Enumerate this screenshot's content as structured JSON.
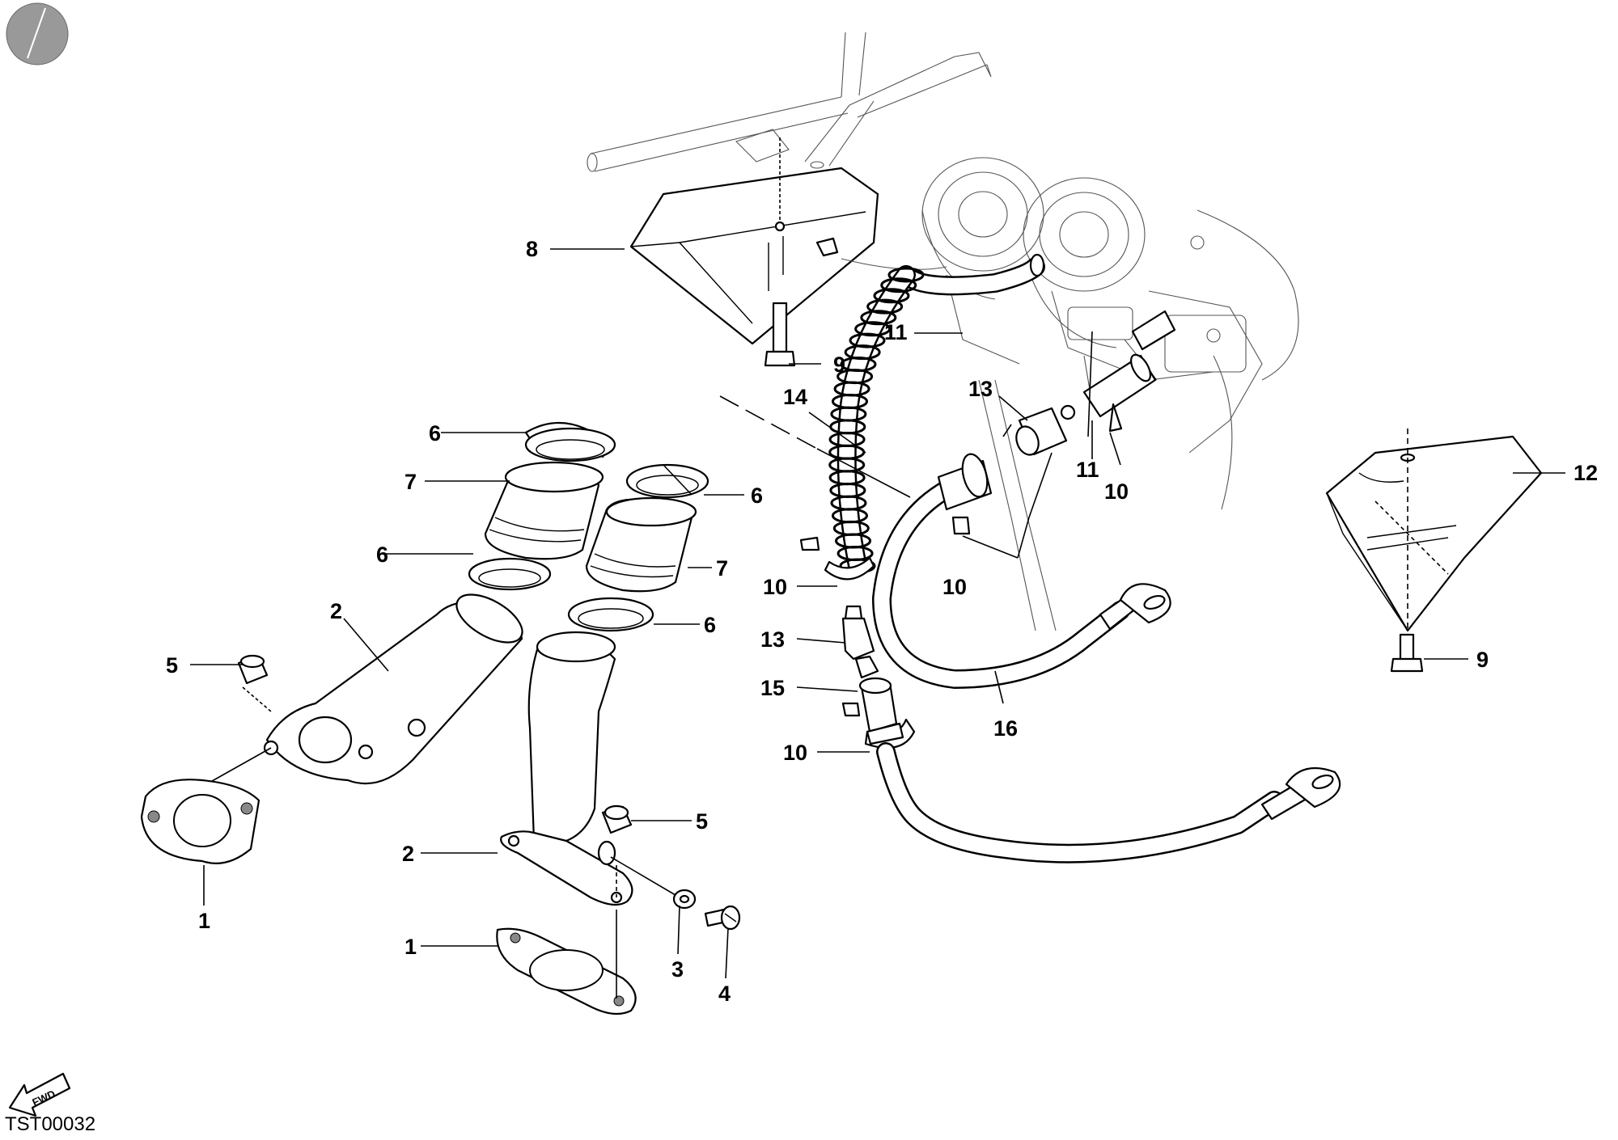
{
  "diagram": {
    "reference_code": "TST00032",
    "fwd_label": "FWD",
    "callouts": [
      {
        "id": "c8",
        "text": "8"
      },
      {
        "id": "c9a",
        "text": "9"
      },
      {
        "id": "c11a",
        "text": "11"
      },
      {
        "id": "c14",
        "text": "14"
      },
      {
        "id": "c13a",
        "text": "13"
      },
      {
        "id": "c11b",
        "text": "11"
      },
      {
        "id": "c10a",
        "text": "10"
      },
      {
        "id": "c12",
        "text": "12"
      },
      {
        "id": "c6a",
        "text": "6"
      },
      {
        "id": "c7a",
        "text": "7"
      },
      {
        "id": "c6b",
        "text": "6"
      },
      {
        "id": "c6c",
        "text": "6"
      },
      {
        "id": "c7b",
        "text": "7"
      },
      {
        "id": "c6d",
        "text": "6"
      },
      {
        "id": "c2a",
        "text": "2"
      },
      {
        "id": "c5a",
        "text": "5"
      },
      {
        "id": "c10b",
        "text": "10"
      },
      {
        "id": "c10c",
        "text": "10"
      },
      {
        "id": "c13b",
        "text": "13"
      },
      {
        "id": "c15",
        "text": "15"
      },
      {
        "id": "c10d",
        "text": "10"
      },
      {
        "id": "c16",
        "text": "16"
      },
      {
        "id": "c9b",
        "text": "9"
      },
      {
        "id": "c5b",
        "text": "5"
      },
      {
        "id": "c2b",
        "text": "2"
      },
      {
        "id": "c1a",
        "text": "1"
      },
      {
        "id": "c1b",
        "text": "1"
      },
      {
        "id": "c3",
        "text": "3"
      },
      {
        "id": "c4",
        "text": "4"
      }
    ]
  }
}
